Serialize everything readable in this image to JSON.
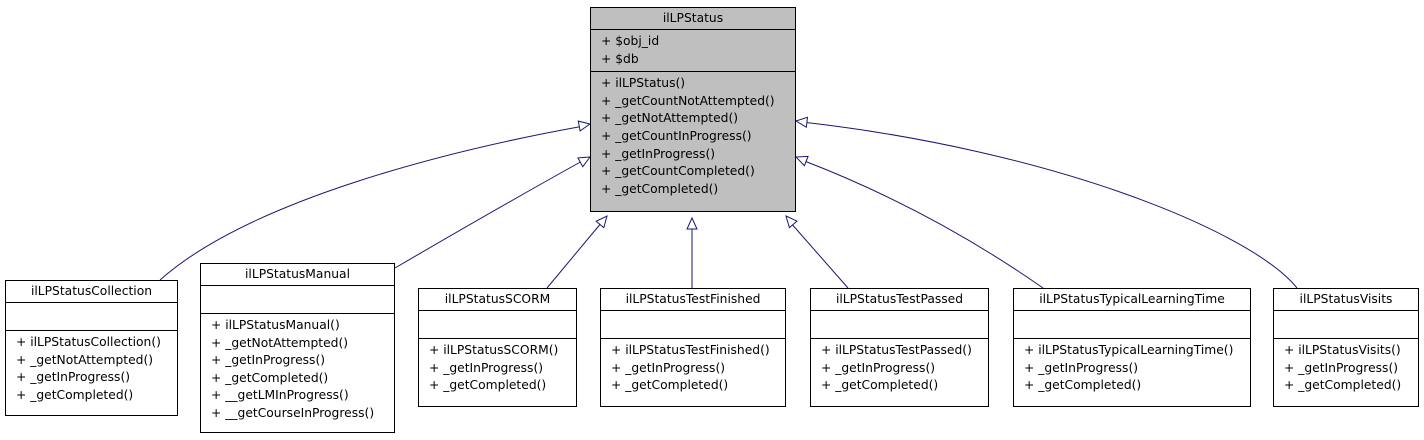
{
  "base_class": {
    "name": "ilLPStatus",
    "attributes": [
      "+ $obj_id",
      "+ $db"
    ],
    "methods": [
      "+ ilLPStatus()",
      "+ _getCountNotAttempted()",
      "+ _getNotAttempted()",
      "+ _getCountInProgress()",
      "+ _getInProgress()",
      "+ _getCountCompleted()",
      "+ _getCompleted()"
    ]
  },
  "derived_classes": [
    {
      "name": "ilLPStatusCollection",
      "attributes": [],
      "methods": [
        "+ ilLPStatusCollection()",
        "+ _getNotAttempted()",
        "+ _getInProgress()",
        "+ _getCompleted()"
      ]
    },
    {
      "name": "ilLPStatusManual",
      "attributes": [],
      "methods": [
        "+ ilLPStatusManual()",
        "+ _getNotAttempted()",
        "+ _getInProgress()",
        "+ _getCompleted()",
        "+ __getLMInProgress()",
        "+ __getCourseInProgress()"
      ]
    },
    {
      "name": "ilLPStatusSCORM",
      "attributes": [],
      "methods": [
        "+ ilLPStatusSCORM()",
        "+ _getInProgress()",
        "+ _getCompleted()"
      ]
    },
    {
      "name": "ilLPStatusTestFinished",
      "attributes": [],
      "methods": [
        "+ ilLPStatusTestFinished()",
        "+ _getInProgress()",
        "+ _getCompleted()"
      ]
    },
    {
      "name": "ilLPStatusTestPassed",
      "attributes": [],
      "methods": [
        "+ ilLPStatusTestPassed()",
        "+ _getInProgress()",
        "+ _getCompleted()"
      ]
    },
    {
      "name": "ilLPStatusTypicalLearningTime",
      "attributes": [],
      "methods": [
        "+ ilLPStatusTypicalLearningTime()",
        "+ _getInProgress()",
        "+ _getCompleted()"
      ]
    },
    {
      "name": "ilLPStatusVisits",
      "attributes": [],
      "methods": [
        "+ ilLPStatusVisits()",
        "+ _getInProgress()",
        "+ _getCompleted()"
      ]
    }
  ],
  "colors": {
    "edge": "#191970",
    "base_fill": "#bfbfbf",
    "class_fill": "#ffffff"
  }
}
